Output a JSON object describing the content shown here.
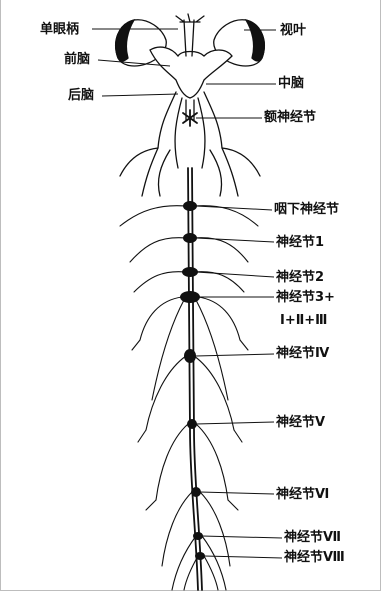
{
  "labels": {
    "single_eye_stalk": "单眼柄",
    "forebrain": "前脑",
    "hindbrain": "后脑",
    "compound_eye": "视叶",
    "midbrain": "中脑",
    "frontal_ganglion": "额神经节",
    "subesophageal_ganglion": "咽下神经节",
    "ganglion_1": "神经节1",
    "ganglion_2": "神经节2",
    "ganglion_3": "神经节3+",
    "ganglion_3_sub": "Ⅰ+Ⅱ+Ⅲ",
    "ganglion_4": "神经节Ⅳ",
    "ganglion_5": "神经节Ⅴ",
    "ganglion_6": "神经节Ⅵ",
    "ganglion_7": "神经节Ⅶ",
    "ganglion_8": "神经节Ⅷ"
  },
  "colors": {
    "ink": "#111111",
    "background": "#ffffff"
  }
}
